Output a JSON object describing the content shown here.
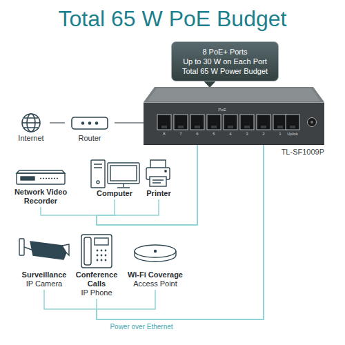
{
  "diagram": {
    "title": "Total 65 W PoE Budget",
    "nodes": [
      {
        "text": [
          "8 PoE+ Ports",
          "Up to 30 W on Each Port",
          "Total 65 W Power Budget"
        ]
      },
      {
        "text": [
          "Internet"
        ]
      },
      {
        "text": [
          "Router"
        ]
      },
      {
        "text": [
          "TL-SF1009P"
        ]
      },
      {
        "text": [
          "Network Video Recorder"
        ]
      },
      {
        "text": [
          "Computer"
        ]
      },
      {
        "text": [
          "Printer"
        ]
      },
      {
        "text": [
          "Surveillance",
          "IP Camera"
        ]
      },
      {
        "text": [
          "Conference Calls",
          "IP Phone"
        ]
      },
      {
        "text": [
          "Wi-Fi Coverage",
          "Access Point"
        ]
      }
    ],
    "edges": [
      {
        "from": 1,
        "to": 2,
        "arrow": "none"
      },
      {
        "from": 2,
        "to": 3,
        "arrow": "none"
      },
      {
        "from": 3,
        "to": 4,
        "arrow": "none"
      },
      {
        "from": 3,
        "to": 5,
        "arrow": "none"
      },
      {
        "from": 3,
        "to": 6,
        "arrow": "none"
      },
      {
        "from": 3,
        "to": 7,
        "arrow": "none"
      },
      {
        "from": 3,
        "to": 8,
        "arrow": "none"
      },
      {
        "from": 3,
        "to": 9,
        "arrow": "none"
      }
    ],
    "labels": [
      "PoE",
      "8",
      "7",
      "6",
      "5",
      "4",
      "3",
      "2",
      "1",
      "Uplink",
      "Power over Ethernet"
    ]
  }
}
